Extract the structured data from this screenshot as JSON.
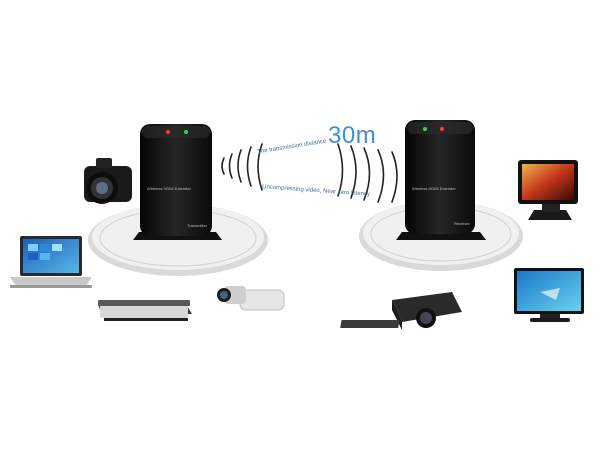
{
  "scene": {
    "distance_label": "30m",
    "caption_top": "The transmission distance",
    "caption_bottom": "Uncompressing video, Near zero latency",
    "transmitter_label": "Wireless HDMI Extender",
    "receiver_label": "Wireless HDMI Extender",
    "transmitter_badge": "Transmitter",
    "receiver_badge": "Receiver"
  },
  "colors": {
    "accent_blue": "#3f8fd8",
    "device_black": "#121212",
    "platform_grey": "#e4e4e4"
  },
  "icons": [
    "camera-icon",
    "laptop-icon",
    "media-player-icon",
    "camcorder-icon",
    "projector-icon",
    "monitor-icon",
    "tv-icon"
  ]
}
